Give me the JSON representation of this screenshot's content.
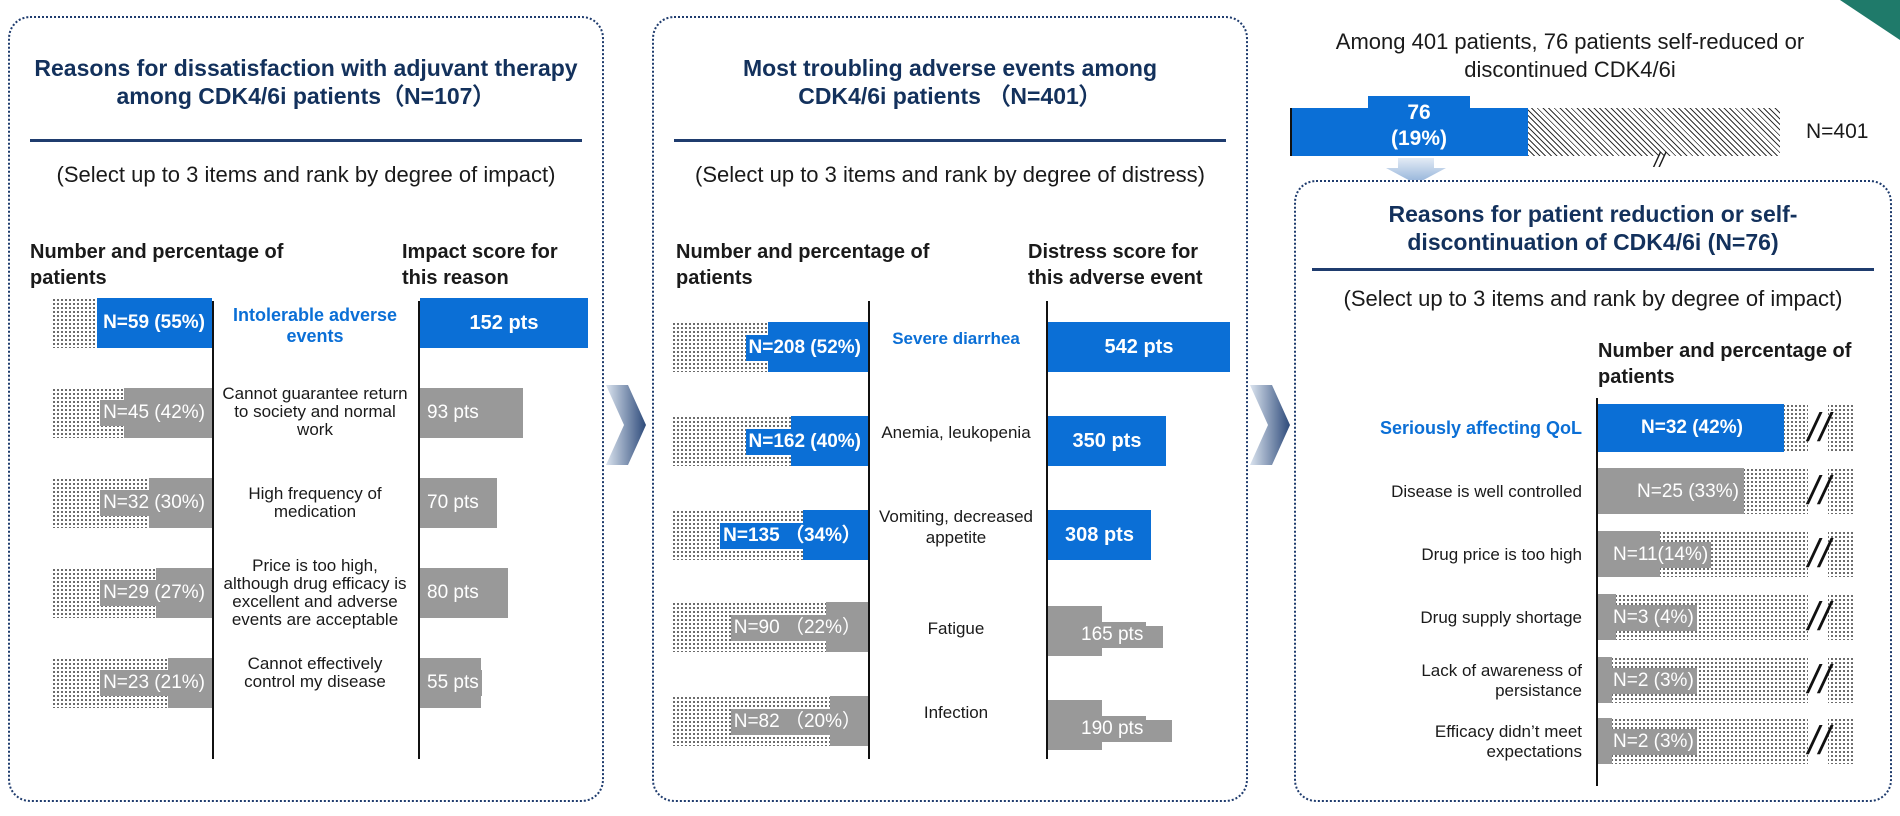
{
  "colors": {
    "blue": "#0b6fd6",
    "gray": "#999999",
    "navy": "#13315c"
  },
  "panel1": {
    "title": "Reasons for dissatisfaction with adjuvant therapy among CDK4/6i patients（N=107）",
    "instruction": "(Select up to 3 items and rank by degree of impact)",
    "left_header": "Number and percentage of patients",
    "right_header": "Impact score for this reason",
    "rows": [
      {
        "category": "Intolerable adverse events",
        "count_label": "N=59 (55%)",
        "pct": 55,
        "score_label": "152 pts",
        "score": 152,
        "highlight": true
      },
      {
        "category": "Cannot guarantee return to society and normal work",
        "count_label": "N=45 (42%)",
        "pct": 42,
        "score_label": "93 pts",
        "score": 93,
        "highlight": false
      },
      {
        "category": "High frequency of medication",
        "count_label": "N=32 (30%)",
        "pct": 30,
        "score_label": "70 pts",
        "score": 70,
        "highlight": false
      },
      {
        "category": "Price is too high, although drug efficacy is excellent and adverse events are acceptable",
        "count_label": "N=29 (27%)",
        "pct": 27,
        "score_label": "80 pts",
        "score": 80,
        "highlight": false
      },
      {
        "category": "Cannot effectively control my disease",
        "count_label": "N=23 (21%)",
        "pct": 21,
        "score_label": "55 pts",
        "score": 55,
        "highlight": false
      }
    ]
  },
  "panel2": {
    "title": "Most troubling adverse events among CDK4/6i patients （N=401）",
    "instruction": "(Select up to 3 items and rank by degree of distress)",
    "left_header": "Number and percentage of patients",
    "right_header": "Distress score for this adverse event",
    "rows": [
      {
        "category": "Severe diarrhea",
        "count_label": "N=208 (52%)",
        "pct": 52,
        "score_label": "542 pts",
        "score": 542,
        "style": "blue",
        "highlight": true
      },
      {
        "category": "Anemia, leukopenia",
        "count_label": "N=162 (40%)",
        "pct": 40,
        "score_label": "350 pts",
        "score": 350,
        "style": "blue",
        "highlight": false
      },
      {
        "category": "Vomiting, decreased appetite",
        "count_label": "N=135 （34%）",
        "pct": 34,
        "score_label": "308 pts",
        "score": 308,
        "style": "blue",
        "highlight": false
      },
      {
        "category": "Fatigue",
        "count_label": "N=90 （22%）",
        "pct": 22,
        "score_label": "165 pts",
        "score": 165,
        "style": "gray",
        "highlight": false
      },
      {
        "category": "Infection",
        "count_label": "N=82 （20%）",
        "pct": 20,
        "score_label": "190 pts",
        "score": 190,
        "style": "gray",
        "highlight": false
      }
    ]
  },
  "summary": {
    "text": "Among 401 patients, 76 patients self-reduced or discontinued CDK4/6i",
    "bar_label_n": "76",
    "bar_label_pct": "(19%)",
    "pct": 19,
    "total_label": "N=401",
    "break_mark": "//"
  },
  "panel3": {
    "title": "Reasons for patient reduction or self-discontinuation of CDK4/6i (N=76)",
    "instruction": "(Select up to 3 items and rank by degree of impact)",
    "header": "Number and percentage of patients",
    "rows": [
      {
        "category": "Seriously affecting  QoL",
        "count_label": "N=32 (42%)",
        "pct": 42,
        "highlight": true
      },
      {
        "category": "Disease is well controlled",
        "count_label": "N=25 (33%)",
        "pct": 33,
        "highlight": false
      },
      {
        "category": "Drug price is too high",
        "count_label": "N=11(14%)",
        "pct": 14,
        "highlight": false
      },
      {
        "category": "Drug supply shortage",
        "count_label": "N=3 (4%)",
        "pct": 4,
        "highlight": false
      },
      {
        "category": "Lack of awareness of persistance",
        "count_label": "N=2 (3%)",
        "pct": 3,
        "highlight": false
      },
      {
        "category": "Efficacy didn’t meet expectations",
        "count_label": "N=2 (3%)",
        "pct": 3,
        "highlight": false
      }
    ]
  },
  "chart_data": [
    {
      "type": "bar",
      "title": "Reasons for dissatisfaction with adjuvant therapy among CDK4/6i patients（N=107）",
      "categories": [
        "Intolerable adverse events",
        "Cannot guarantee return to society and normal work",
        "High frequency of medication",
        "Price is too high, although drug efficacy is excellent and adverse events are acceptable",
        "Cannot effectively control my disease"
      ],
      "series": [
        {
          "name": "Number and percentage of patients",
          "values": [
            59,
            45,
            32,
            29,
            23
          ],
          "percent": [
            55,
            42,
            30,
            27,
            21
          ]
        },
        {
          "name": "Impact score for this reason",
          "values": [
            152,
            93,
            70,
            80,
            55
          ]
        }
      ]
    },
    {
      "type": "bar",
      "title": "Most troubling adverse events among CDK4/6i patients （N=401）",
      "categories": [
        "Severe diarrhea",
        "Anemia, leukopenia",
        "Vomiting, decreased appetite",
        "Fatigue",
        "Infection"
      ],
      "series": [
        {
          "name": "Number and percentage of patients",
          "values": [
            208,
            162,
            135,
            90,
            82
          ],
          "percent": [
            52,
            40,
            34,
            22,
            20
          ]
        },
        {
          "name": "Distress score for this adverse event",
          "values": [
            542,
            350,
            308,
            165,
            190
          ]
        }
      ]
    },
    {
      "type": "bar",
      "title": "Reasons for patient reduction or self-discontinuation of CDK4/6i (N=76)",
      "categories": [
        "Seriously affecting  QoL",
        "Disease is well controlled",
        "Drug price is too high",
        "Drug supply shortage",
        "Lack of awareness of persistance",
        "Efficacy didn’t meet expectations"
      ],
      "series": [
        {
          "name": "Number and percentage of patients",
          "values": [
            32,
            25,
            11,
            3,
            2,
            2
          ],
          "percent": [
            42,
            33,
            14,
            4,
            3,
            3
          ]
        }
      ]
    }
  ]
}
